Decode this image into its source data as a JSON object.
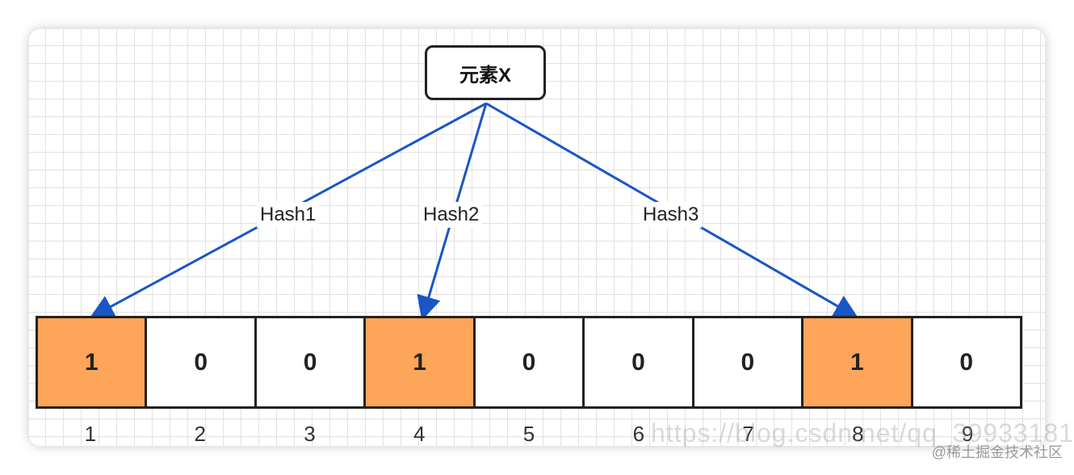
{
  "root_node": {
    "label": "元素X"
  },
  "hash_labels": [
    "Hash1",
    "Hash2",
    "Hash3"
  ],
  "bits": [
    "1",
    "0",
    "0",
    "1",
    "0",
    "0",
    "0",
    "1",
    "0"
  ],
  "indices": [
    "1",
    "2",
    "3",
    "4",
    "5",
    "6",
    "7",
    "8",
    "9"
  ],
  "watermark": "https://blog.csdn.net/qq_39933181",
  "credit": "@稀土掘金技术社区",
  "colors": {
    "set_bit": "#fda559",
    "arrow": "#1a56c4",
    "border": "#222222"
  }
}
